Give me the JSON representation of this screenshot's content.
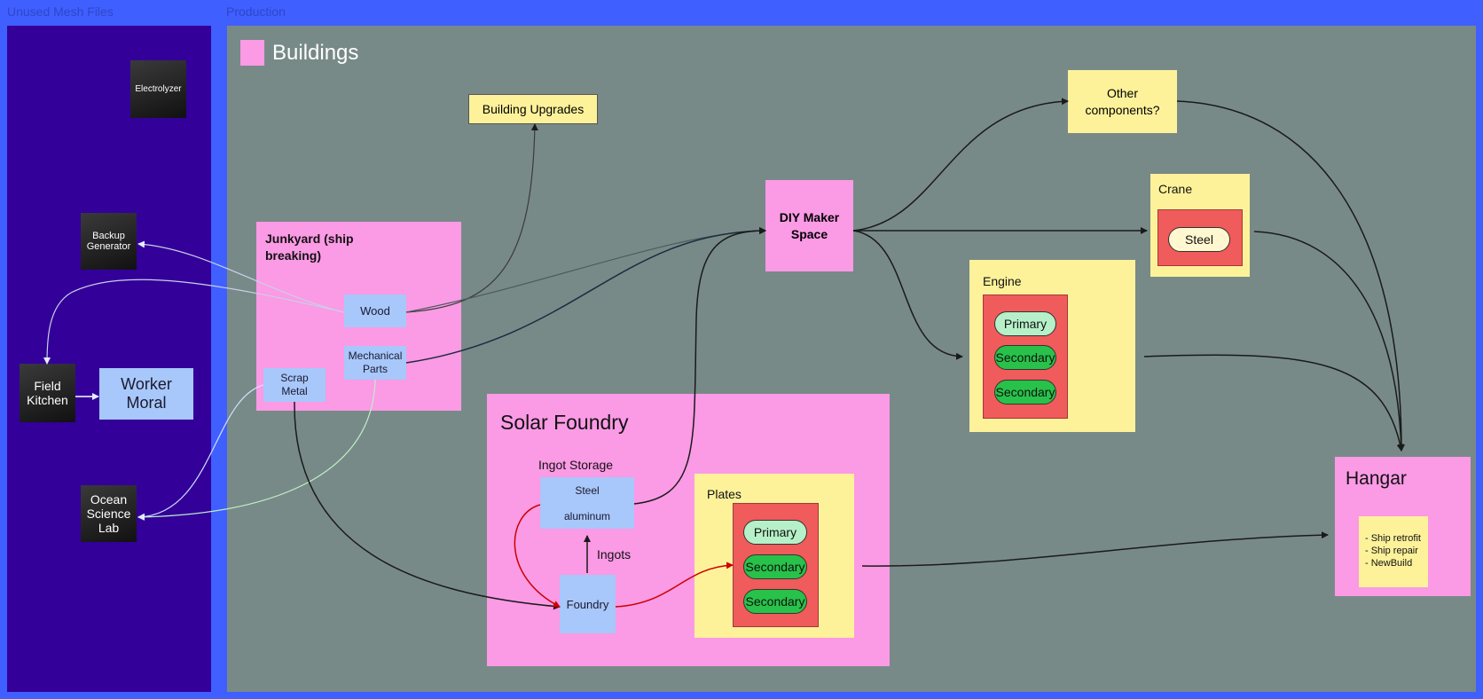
{
  "frames": {
    "left": "Unused Mesh Files",
    "main": "Production"
  },
  "colors": {
    "background": "#3f5fff",
    "left_panel": "#330099",
    "main_panel": "#788a88",
    "pink": "#fb9ae5",
    "yellow": "#fdf29a",
    "blue": "#a8c7fa",
    "red": "#f05b5b"
  },
  "unused": {
    "electrolyzer": "Electrolyzer",
    "backup_generator": "Backup Generator",
    "field_kitchen": "Field Kitchen",
    "worker_moral": "Worker Moral",
    "ocean_science_lab": "Ocean Science Lab"
  },
  "legend": {
    "label": "Buildings"
  },
  "building_upgrades": "Building Upgrades",
  "junkyard": {
    "title": "Junkyard (ship breaking)",
    "wood": "Wood",
    "mechanical_parts": "Mechanical Parts",
    "scrap_metal": "Scrap Metal"
  },
  "diy_maker_space": "DIY Maker Space",
  "other_components": "Other components?",
  "crane": {
    "title": "Crane",
    "material": "Steel"
  },
  "engine": {
    "title": "Engine",
    "slots": [
      "Primary",
      "Secondary",
      "Secondary"
    ]
  },
  "solar_foundry": {
    "title": "Solar Foundry",
    "ingot_storage_label": "Ingot Storage",
    "storage_items": [
      "Steel",
      "aluminum"
    ],
    "ingots_label": "Ingots",
    "foundry": "Foundry",
    "plates": {
      "title": "Plates",
      "slots": [
        "Primary",
        "Secondary",
        "Secondary"
      ]
    }
  },
  "hangar": {
    "title": "Hangar",
    "notes": [
      "- Ship retrofit",
      "- Ship repair",
      "- NewBuild"
    ]
  }
}
